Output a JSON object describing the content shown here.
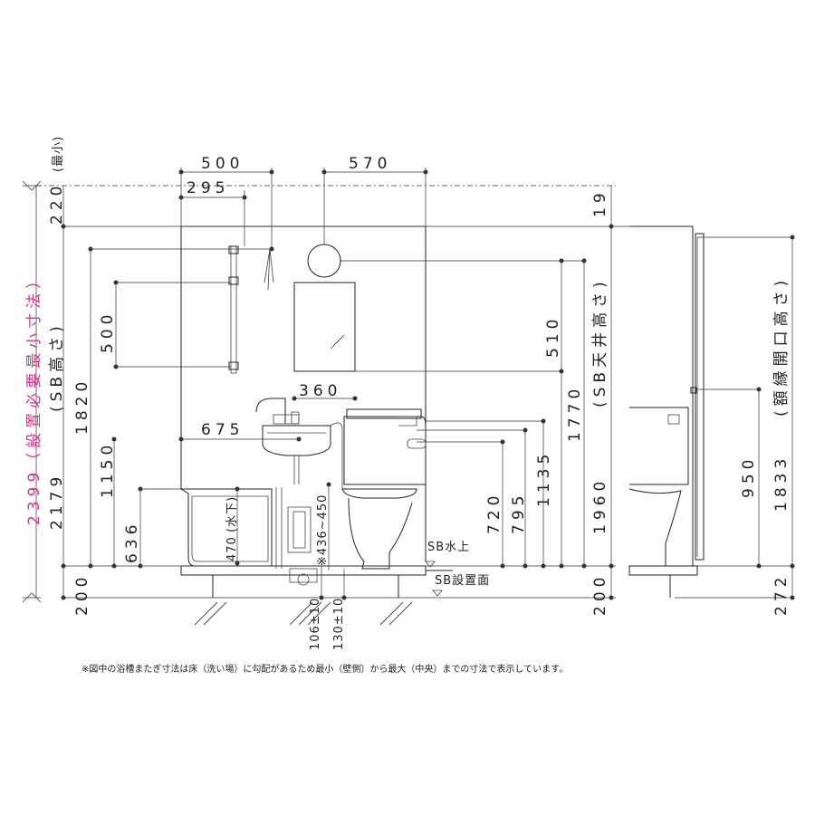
{
  "dimensions": {
    "top_500": "500",
    "top_295": "295",
    "top_570": "570",
    "right_19": "19",
    "left_220": "220",
    "mirror_500": "500",
    "mirror_510": "510",
    "mirror_360": "360",
    "sink_675": "675",
    "h_1820": "1820",
    "h_1150": "1150",
    "h_636": "636",
    "h_2179": "2179",
    "h_720": "720",
    "h_795": "795",
    "h_1135": "1135",
    "h_1770": "1770",
    "h_1960": "1960",
    "h_950": "950",
    "h_1833": "1833",
    "h_272": "272",
    "bottom_left_200": "200",
    "bottom_right_200": "200",
    "range_436_450": "※436~450",
    "h_106": "106±10",
    "h_130": "130±10",
    "h_470": "470"
  },
  "labels": {
    "min_install": "2399（設置必要最小寸法）",
    "saishou": "(最小)",
    "sb_height": "(SB高さ)",
    "sb_ceiling": "(SB天井高さ)",
    "frame_opening": "(額縁開口高さ)",
    "water_below": "(水下)",
    "sb_water_top": "SB水上",
    "sb_install_face": "SB設置面"
  },
  "note": "※図中の浴槽またぎ寸法は床（洗い場）に勾配があるため最小（壁側）から最大（中央）までの寸法で表示しています。",
  "colors": {
    "accent": "#d9318f",
    "line": "#222222"
  }
}
